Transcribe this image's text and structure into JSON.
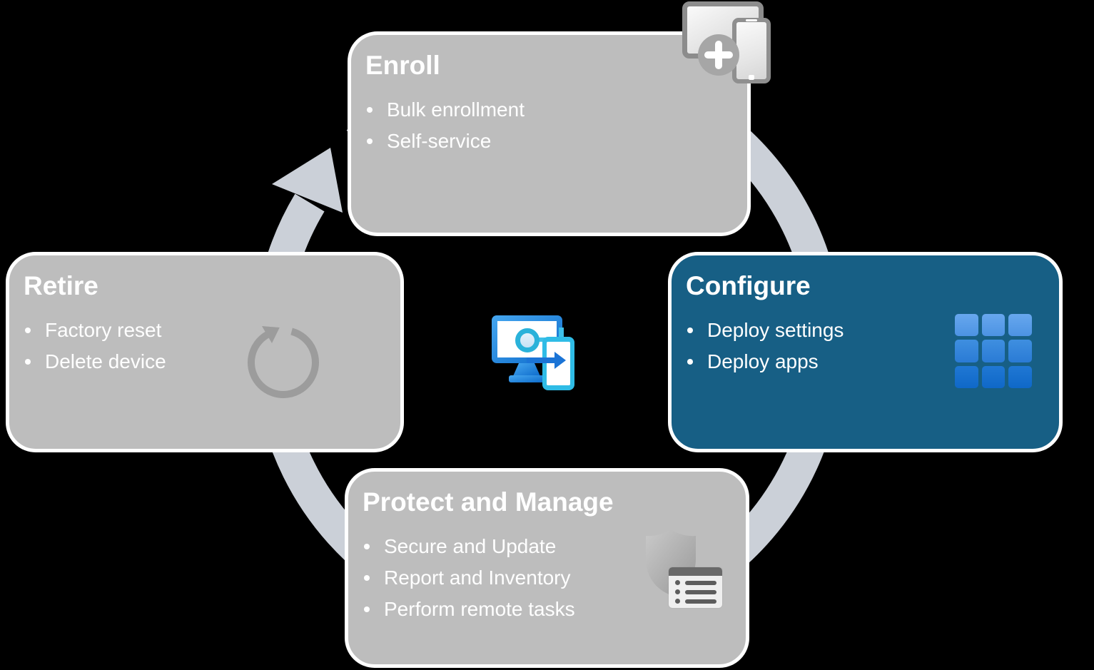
{
  "colors": {
    "background": "#000000",
    "node_gray": "#bdbdbd",
    "node_blue": "#175f85",
    "node_border": "#ffffff",
    "text": "#ffffff",
    "cycle_arrow": "#cbd0d8"
  },
  "cycle": {
    "direction": "clockwise"
  },
  "center": {
    "icon": "devices-sync-icon"
  },
  "nodes": [
    {
      "id": "enroll",
      "title": "Enroll",
      "bullets": [
        "Bulk enrollment",
        "Self-service"
      ],
      "icon": "add-devices-icon",
      "variant": "gray"
    },
    {
      "id": "configure",
      "title": "Configure",
      "bullets": [
        "Deploy settings",
        "Deploy apps"
      ],
      "icon": "app-grid-icon",
      "variant": "blue"
    },
    {
      "id": "retire",
      "title": "Retire",
      "bullets": [
        "Factory reset",
        "Delete device"
      ],
      "icon": "reset-arrow-icon",
      "variant": "gray"
    },
    {
      "id": "protect",
      "title": "Protect and Manage",
      "bullets": [
        "Secure and Update",
        "Report and Inventory",
        "Perform remote tasks"
      ],
      "icon": "shield-inventory-icon",
      "variant": "gray"
    }
  ]
}
